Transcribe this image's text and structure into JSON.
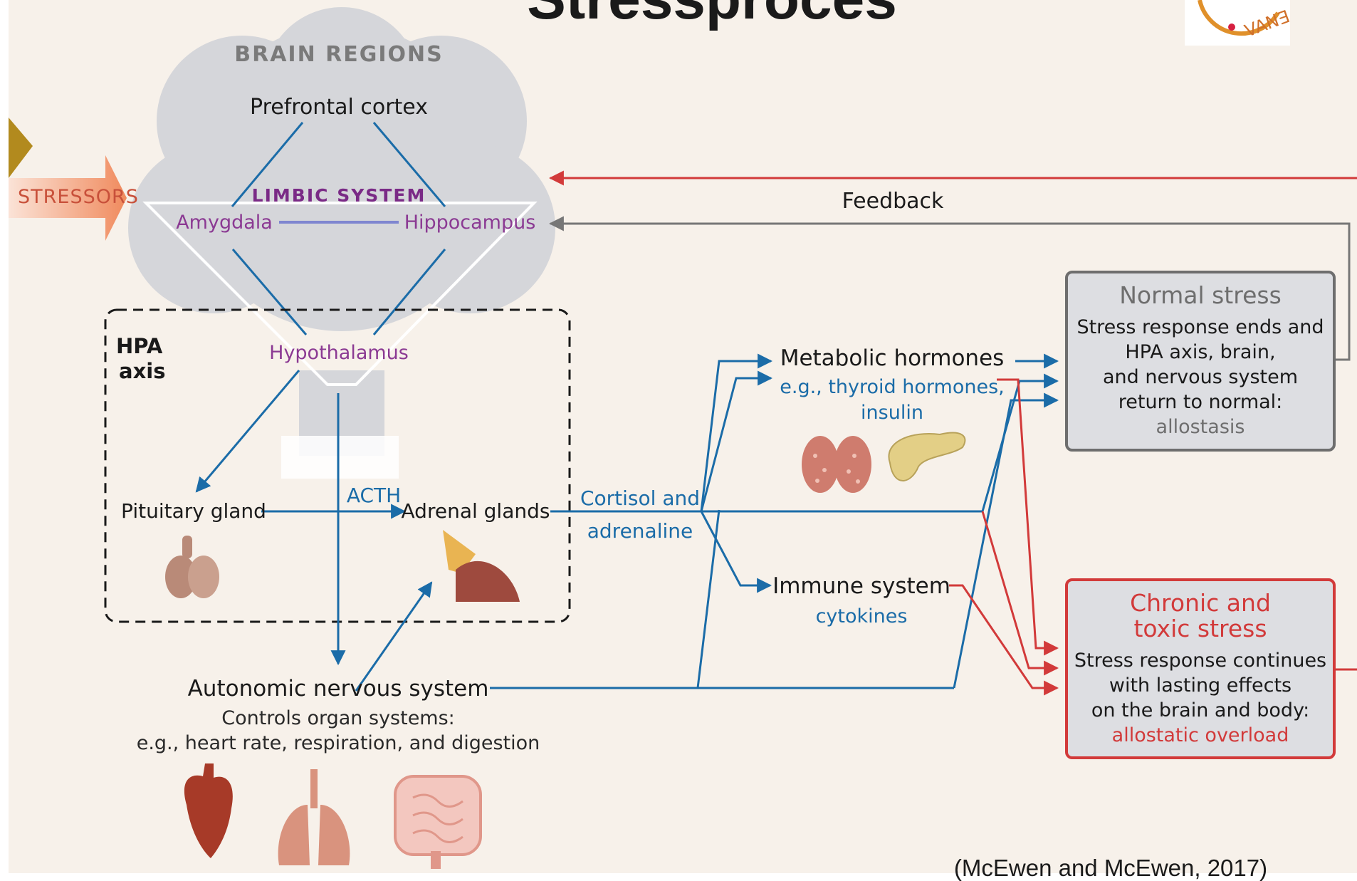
{
  "header": {
    "title": "Stressproces"
  },
  "brain": {
    "heading": "BRAIN REGIONS",
    "prefrontal": "Prefrontal cortex",
    "limbic": "LIMBIC SYSTEM",
    "amygdala": "Amygdala",
    "hippocampus": "Hippocampus",
    "hypothalamus": "Hypothalamus"
  },
  "stressors": "STRESSORS",
  "feedback": "Feedback",
  "hpa": {
    "line1": "HPA",
    "line2": "axis"
  },
  "pituitary": "Pituitary gland",
  "acth": "ACTH",
  "adrenal": "Adrenal glands",
  "cortisol": {
    "line1": "Cortisol and",
    "line2": "adrenaline"
  },
  "autonomic": {
    "title": "Autonomic nervous system",
    "line1": "Controls organ systems:",
    "line2": "e.g., heart rate, respiration, and digestion"
  },
  "metabolic": {
    "title": "Metabolic hormones",
    "line1": "e.g., thyroid hormones,",
    "line2": "insulin"
  },
  "immune": {
    "title": "Immune system",
    "sub": "cytokines"
  },
  "normal": {
    "title": "Normal stress",
    "line1": "Stress response ends and",
    "line2": "HPA axis, brain,",
    "line3": "and nervous system",
    "line4": "return to normal:",
    "term": "allostasis"
  },
  "chronic": {
    "title1": "Chronic and",
    "title2": "toxic stress",
    "line1": "Stress response continues",
    "line2": "with lasting effects",
    "line3": "on the brain and body:",
    "term": "allostatic overload"
  },
  "citation": "(McEwen and McEwen, 2017)",
  "colors": {
    "background": "#f7f1ea",
    "blue": "#1b6ca8",
    "red": "#d23a3a",
    "purple": "#8b3a93",
    "grey": "#6e6e6e"
  },
  "icons": [
    "logo-stamp-icon",
    "thyroid-icon",
    "pancreas-icon",
    "pituitary-icon",
    "adrenal-icon",
    "heart-icon",
    "lungs-icon",
    "intestines-icon"
  ]
}
